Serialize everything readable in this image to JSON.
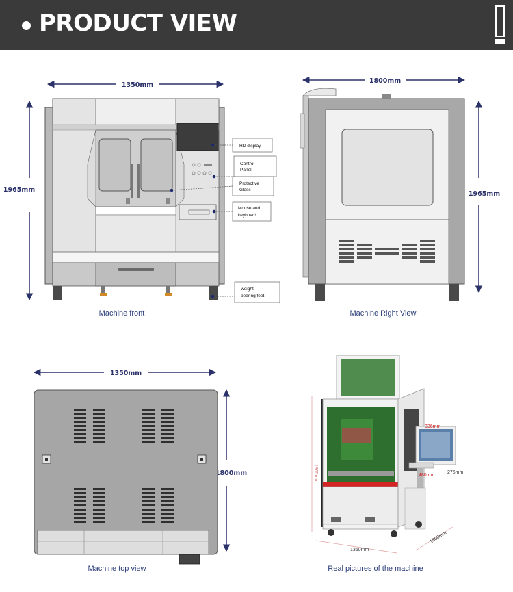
{
  "header": {
    "title": "PRODUCT VIEW"
  },
  "front": {
    "width_label": "1350mm",
    "height_label": "1965mm",
    "callouts": {
      "hd_display": "HD display",
      "control_panel_1": "Control",
      "control_panel_2": "Panel",
      "protective_glass_1": "Protective",
      "protective_glass_2": "Glass",
      "mouse_keyboard_1": "Mouse and",
      "mouse_keyboard_2": "keyboard",
      "weight_feet_1": "weight",
      "weight_feet_2": "bearing feet"
    },
    "caption": "Machine front"
  },
  "right": {
    "width_label": "1800mm",
    "height_label": "1965mm",
    "caption": "Machine Right View"
  },
  "top": {
    "width_label": "1350mm",
    "depth_label": "1800mm",
    "caption": "Machine top view"
  },
  "photo": {
    "height_label": "1965mm",
    "width_label": "1350mm",
    "depth_label": "1800mm",
    "label_336": "336mm",
    "label_480": "480mm",
    "label_275": "275mm",
    "caption": "Real pictures of the machine"
  },
  "colors": {
    "header_bg": "#3a3a3a",
    "dimension": "#2b3169",
    "caption": "#2d3f7a",
    "callout_dot": "#1d2b6e"
  }
}
